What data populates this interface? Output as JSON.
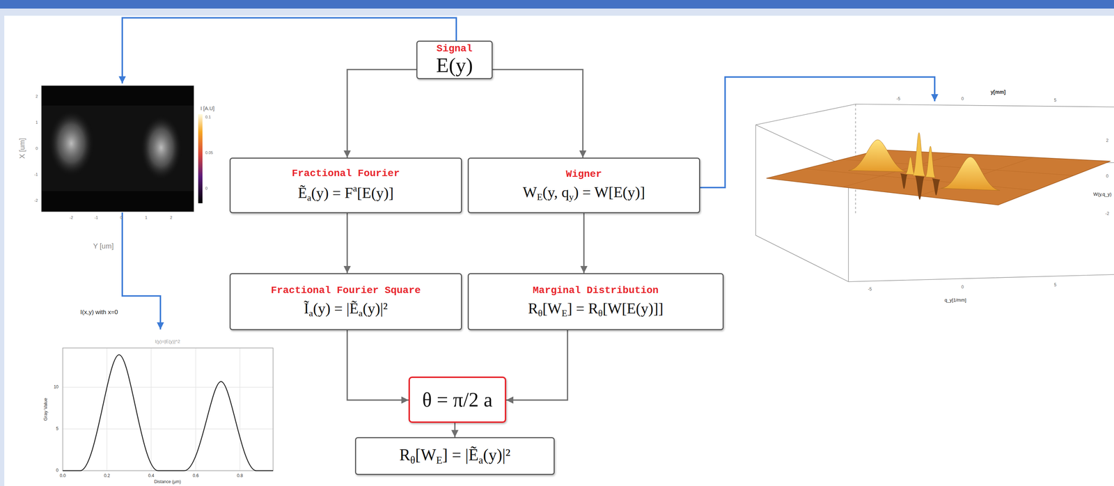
{
  "diagram": {
    "nodes": [
      {
        "text": [
          "Signal",
          "E(y)"
        ]
      },
      {
        "text": [
          "Fractional Fourier",
          "Ẽa(y) = Fa[E(y)]"
        ]
      },
      {
        "text": [
          "Wigner",
          "WE(y, qy) = W[E(y)]"
        ]
      },
      {
        "text": [
          "Fractional Fourier Square",
          "Ĩa(y) = |Ẽa(y)|²"
        ]
      },
      {
        "text": [
          "Marginal Distribution",
          "Rθ[WE] = Rθ[W[E(y)]]"
        ]
      },
      {
        "text": [
          "θ = π/2 a"
        ]
      },
      {
        "text": [
          "Rθ[WE] = |Ẽa(y)|²"
        ]
      }
    ],
    "edges": [
      {
        "from": 0,
        "to": 1,
        "arrow": "to"
      },
      {
        "from": 0,
        "to": 2,
        "arrow": "to"
      },
      {
        "from": 1,
        "to": 3,
        "arrow": "to"
      },
      {
        "from": 2,
        "to": 4,
        "arrow": "to"
      },
      {
        "from": 3,
        "to": 5,
        "arrow": "to"
      },
      {
        "from": 4,
        "to": 5,
        "arrow": "to"
      },
      {
        "from": 5,
        "to": 6,
        "arrow": "to"
      }
    ],
    "labels": [
      "X [um]",
      "Y [um]",
      "I [A.U]",
      "0.1",
      "0.05",
      "0",
      "2",
      "1",
      "0",
      "-1",
      "-2",
      "-2",
      "-1",
      "0",
      "1",
      "2",
      "I(x,y) with x=0",
      "I(y)=|E(y)|^2",
      "Gray Value",
      "0",
      "5",
      "10",
      "0.0",
      "0.2",
      "0.4",
      "0.6",
      "0.8",
      "Distance (µm)",
      "y[mm]",
      "-5",
      "0",
      "5",
      "2",
      "0",
      "W(y,q_y)",
      "-2",
      "-5",
      "0",
      "5",
      "q_y[1/mm]"
    ]
  }
}
